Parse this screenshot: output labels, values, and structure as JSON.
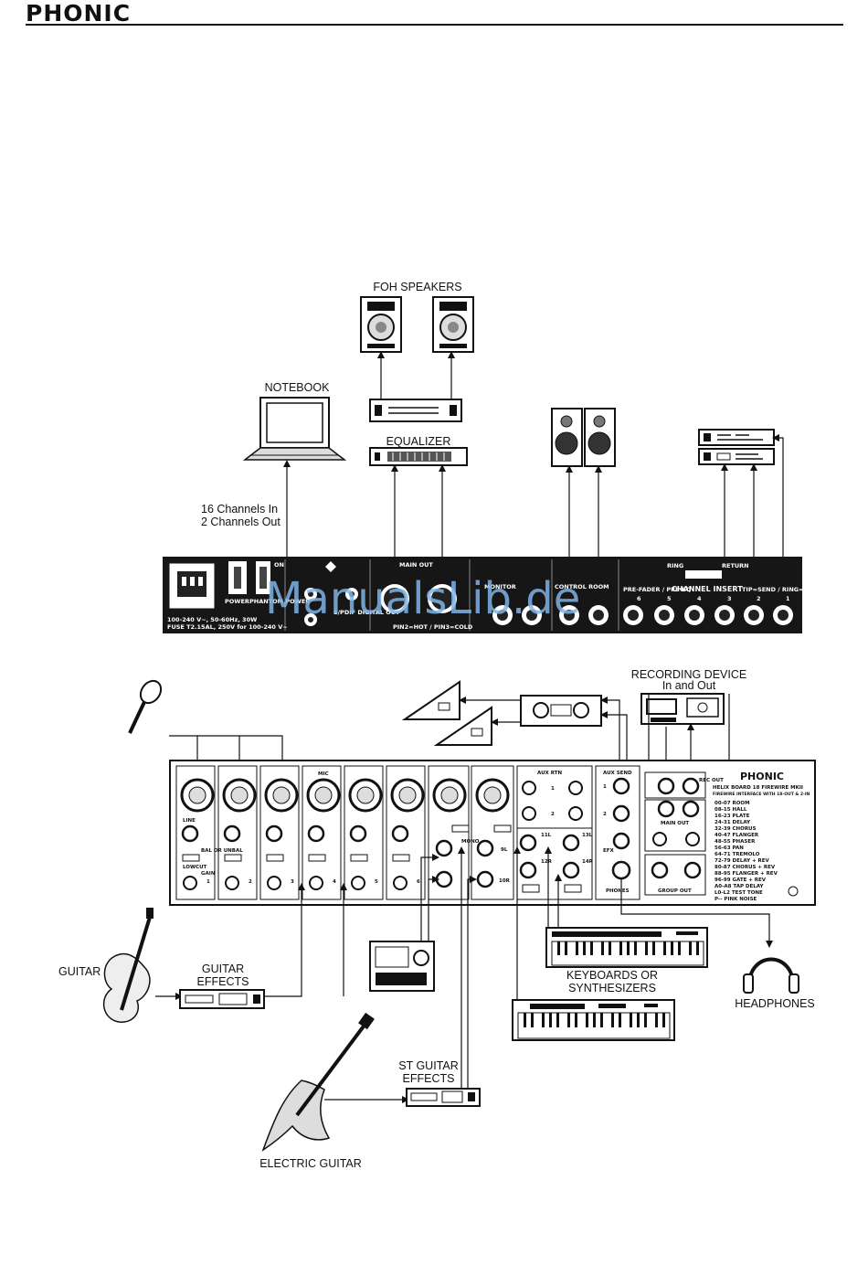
{
  "header": {
    "brand": "PHONIC"
  },
  "labels": {
    "foh_speakers": "FOH SPEAKERS",
    "notebook": "NOTEBOOK",
    "equalizer": "EQUALIZER",
    "channels_line1": "16 Channels In",
    "channels_line2": "2 Channels Out",
    "recording_device": "RECORDING DEVICE",
    "recording_sub": "In and Out",
    "guitar": "GUITAR",
    "guitar_effects_1": "GUITAR",
    "guitar_effects_2": "EFFECTS",
    "keyboards_1": "KEYBOARDS OR",
    "keyboards_2": "SYNTHESIZERS",
    "headphones": "HEADPHONES",
    "st_guitar_1": "ST GUITAR",
    "st_guitar_2": "EFFECTS",
    "electric_guitar": "ELECTRIC GUITAR"
  },
  "rear_panel": {
    "power": "POWER",
    "phantom": "PHANTOM POWER",
    "on": "ON",
    "main_out": "MAIN OUT",
    "main_out_pins": "PIN2=HOT / PIN3=COLD",
    "monitor": "MONITOR",
    "control_room": "CONTROL ROOM",
    "channel_insert": "CHANNEL INSERT",
    "insert_left": "PRE-FADER / PRE-EQ",
    "insert_right": "TIP=SEND / RING=RETURN",
    "insert_numbers": [
      "6",
      "5",
      "4",
      "3",
      "2",
      "1"
    ],
    "ring": "RING",
    "return": "RETURN",
    "voltage": "100-240 V~, 50-60Hz, 30W",
    "fuse": "FUSE T2.15AL, 250V for 100-240 V~",
    "digital_out": "S/PDIF DIGITAL OUT"
  },
  "mixer": {
    "brand": "PHONIC",
    "model": "HELIX BOARD 18 FIREWIRE MKII",
    "model_sub": "FIREWIRE INTERFACE WITH 18-OUT & 2-IN",
    "channel_numbers": [
      "1",
      "2",
      "3",
      "4",
      "5",
      "6"
    ],
    "mic": "MIC",
    "line": "LINE",
    "gain": "GAIN",
    "lowcut": "LOWCUT",
    "bal_unbal": "BAL OR UNBAL",
    "mono": "MONO",
    "stereo_labels": [
      "9L",
      "10R",
      "11L",
      "12R",
      "13L",
      "14R"
    ],
    "aux_rtn": "AUX RTN",
    "aux_send": "AUX SEND",
    "aux_numbers": [
      "1",
      "2"
    ],
    "efx": "EFX",
    "phones": "PHONES",
    "rec_out": "REC OUT",
    "main_out": "MAIN OUT",
    "group_out": "GROUP OUT",
    "effects_list": [
      "00-07 ROOM",
      "08-15 HALL",
      "16-23 PLATE",
      "24-31 DELAY",
      "32-39 CHORUS",
      "40-47 FLANGER",
      "48-55 PHASER",
      "56-63 PAN",
      "64-71 TREMOLO",
      "72-79 DELAY + REV",
      "80-87 CHORUS + REV",
      "88-95 FLANGER + REV",
      "96-99 GATE + REV",
      "A0-A8 TAP DELAY",
      "L0-L2 TEST TONE",
      "P-- PINK NOISE"
    ]
  },
  "watermark": "ManualsLib.de"
}
